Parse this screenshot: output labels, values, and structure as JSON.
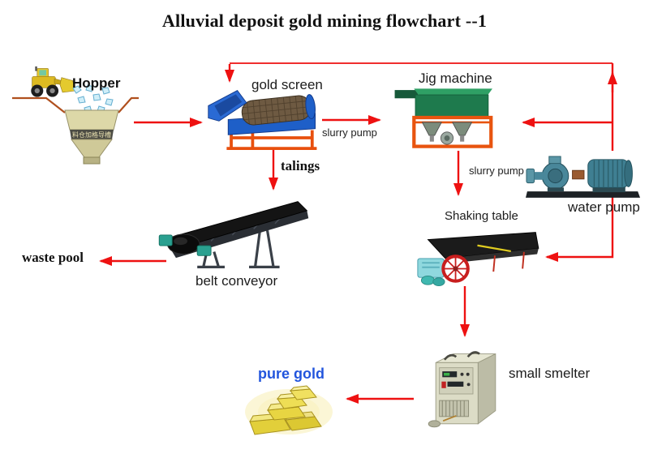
{
  "title": "Alluvial deposit gold mining flowchart --1",
  "colors": {
    "arrow_red": "#ee1111",
    "ground_brown": "#b0501e",
    "pure_gold_blue": "#2255dd"
  },
  "nodes": {
    "hopper": {
      "label": "Hopper",
      "bin_text": "料仓加格导槽"
    },
    "gold_screen": {
      "label": "gold screen"
    },
    "jig_machine": {
      "label": "Jig machine"
    },
    "water_pump": {
      "label": "water pump"
    },
    "tailings": {
      "label": "talings"
    },
    "belt_conveyor": {
      "label": "belt conveyor"
    },
    "waste_pool": {
      "label": "waste pool"
    },
    "shaking_table": {
      "label": "Shaking table"
    },
    "small_smelter": {
      "label": "small smelter"
    },
    "pure_gold": {
      "label": "pure gold"
    }
  },
  "edges": {
    "screen_to_jig": {
      "label": "slurry pump"
    },
    "jig_to_table": {
      "label": "slurry pump"
    }
  }
}
